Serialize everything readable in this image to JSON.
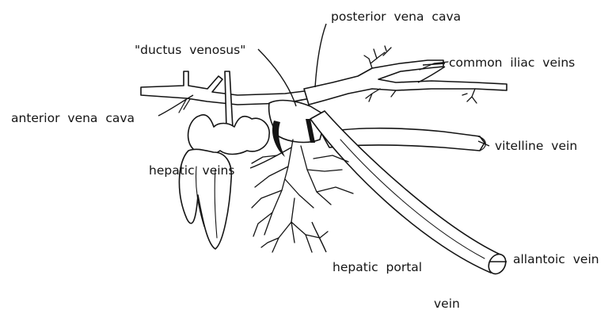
{
  "labels": {
    "posterior_vena_cava": "posterior vena cava",
    "ductus_venosus": "\"ductus venosus\"",
    "common_iliac_veins": "common iliac veins",
    "anterior_vena_cava": "anterior vena cava",
    "vitelline_vein": "vitelline vein",
    "hepatic_veins": "hepatic veins",
    "allantoic_vein": "allantoic vein",
    "hepatic_portal": "hepatic portal",
    "vein": "vein"
  },
  "colors": {
    "ink": "#141414",
    "background": "#ffffff"
  }
}
